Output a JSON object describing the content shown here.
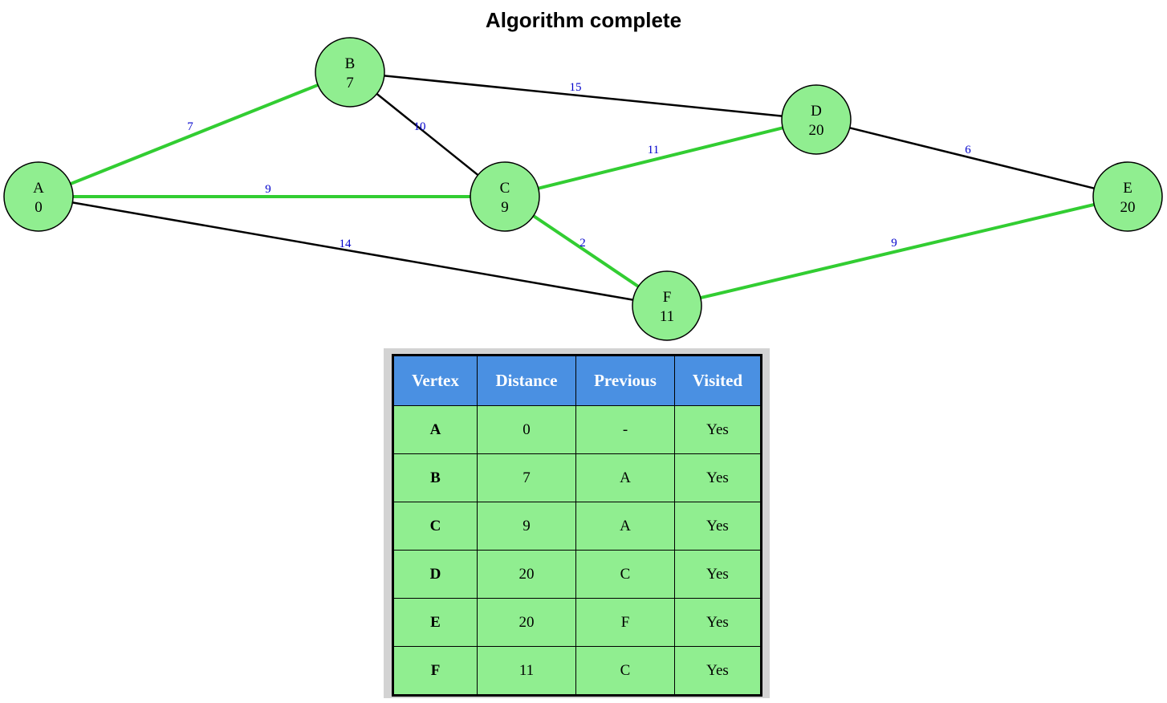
{
  "title": "Algorithm complete",
  "colors": {
    "node_fill": "#90ee90",
    "node_stroke": "#000000",
    "tree_edge": "#32cd32",
    "normal_edge": "#000000",
    "weight_label": "#0000cc",
    "table_header_bg": "#4a90e2",
    "table_cell_bg": "#90ee90",
    "table_frame_bg": "#d3d3d3"
  },
  "graph": {
    "nodes": [
      {
        "id": "A",
        "distance": "0"
      },
      {
        "id": "B",
        "distance": "7"
      },
      {
        "id": "C",
        "distance": "9"
      },
      {
        "id": "D",
        "distance": "20"
      },
      {
        "id": "E",
        "distance": "20"
      },
      {
        "id": "F",
        "distance": "11"
      }
    ],
    "edges": [
      {
        "from": "A",
        "to": "B",
        "weight": "7",
        "in_path": true
      },
      {
        "from": "A",
        "to": "C",
        "weight": "9",
        "in_path": true
      },
      {
        "from": "A",
        "to": "F",
        "weight": "14",
        "in_path": false
      },
      {
        "from": "B",
        "to": "C",
        "weight": "10",
        "in_path": false
      },
      {
        "from": "B",
        "to": "D",
        "weight": "15",
        "in_path": false
      },
      {
        "from": "C",
        "to": "D",
        "weight": "11",
        "in_path": true
      },
      {
        "from": "C",
        "to": "F",
        "weight": "2",
        "in_path": true
      },
      {
        "from": "D",
        "to": "E",
        "weight": "6",
        "in_path": false
      },
      {
        "from": "F",
        "to": "E",
        "weight": "9",
        "in_path": true
      }
    ]
  },
  "table": {
    "headers": [
      "Vertex",
      "Distance",
      "Previous",
      "Visited"
    ],
    "rows": [
      {
        "vertex": "A",
        "distance": "0",
        "previous": "-",
        "visited": "Yes"
      },
      {
        "vertex": "B",
        "distance": "7",
        "previous": "A",
        "visited": "Yes"
      },
      {
        "vertex": "C",
        "distance": "9",
        "previous": "A",
        "visited": "Yes"
      },
      {
        "vertex": "D",
        "distance": "20",
        "previous": "C",
        "visited": "Yes"
      },
      {
        "vertex": "E",
        "distance": "20",
        "previous": "F",
        "visited": "Yes"
      },
      {
        "vertex": "F",
        "distance": "11",
        "previous": "C",
        "visited": "Yes"
      }
    ]
  }
}
